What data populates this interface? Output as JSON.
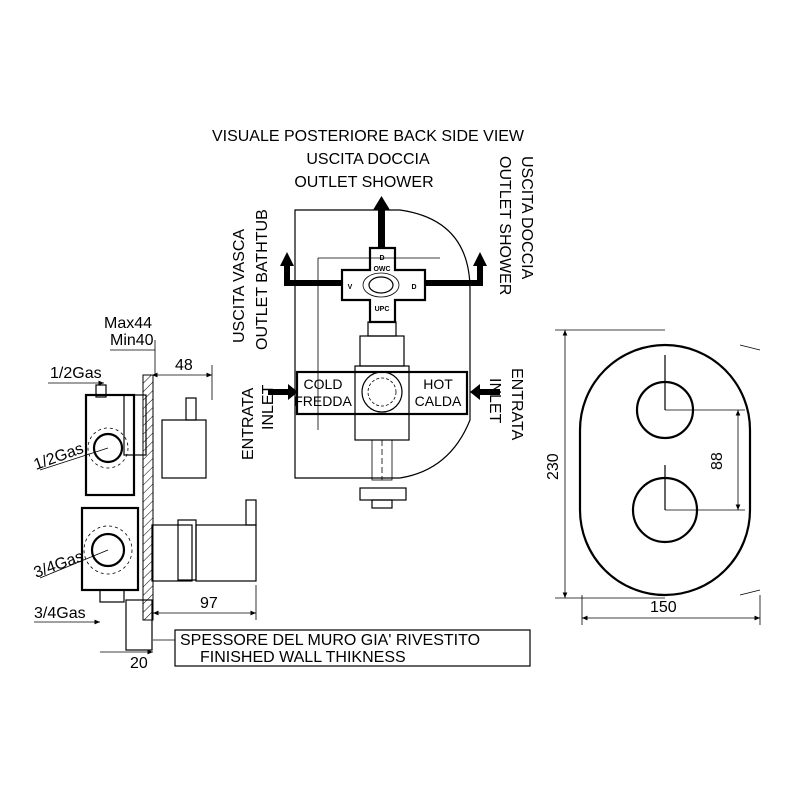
{
  "back_view": {
    "title": "VISUALE POSTERIORE  BACK SIDE VIEW",
    "top_outlet_it": "USCITA DOCCIA",
    "top_outlet_en": "OUTLET SHOWER",
    "left_outlet_it": "USCITA VASCA",
    "left_outlet_en": "OUTLET BATHTUB",
    "right_outlet_it": "USCITA DOCCIA",
    "right_outlet_en": "OUTLET SHOWER",
    "left_inlet_it": "ENTRATA",
    "left_inlet_en": "INLET",
    "right_inlet_it": "ENTRATA",
    "right_inlet_en": "INLET",
    "cold_en": "COLD",
    "cold_it": "FREDDA",
    "hot_en": "HOT",
    "hot_it": "CALDA",
    "diverter_top": "D",
    "diverter_left": "V",
    "diverter_right": "D",
    "diverter_owc": "OWC",
    "diverter_upc": "UPC"
  },
  "side_view": {
    "max_depth": "Max44",
    "min_depth": "Min40",
    "dim_48": "48",
    "dim_97": "97",
    "dim_20": "20",
    "gas_top_left": "1/2Gas",
    "gas_mid_left": "1/2Gas",
    "gas_low_left": "3/4Gas",
    "gas_bottom_left": "3/4Gas",
    "wall_note_it": "SPESSORE DEL MURO GIA' RIVESTITO",
    "wall_note_en": "FINISHED WALL THIKNESS"
  },
  "front_view": {
    "height": "230",
    "width": "150",
    "spacing": "88"
  }
}
